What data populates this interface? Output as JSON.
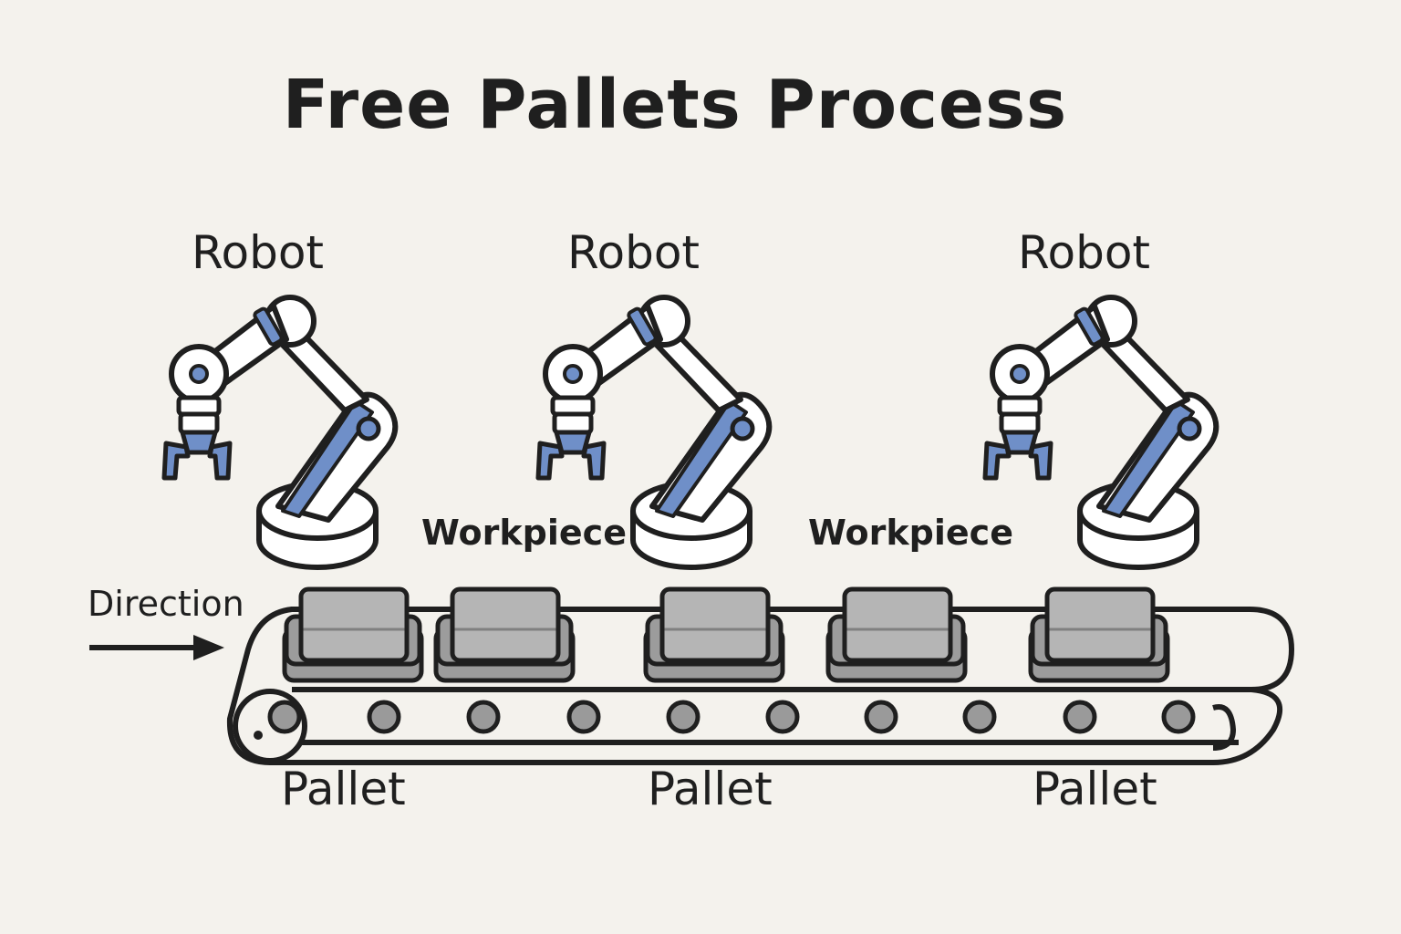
{
  "title": "Free Pallets Process",
  "labels": {
    "robots": [
      "Robot",
      "Robot",
      "Robot"
    ],
    "workpieces": [
      "Workpiece",
      "Workpiece"
    ],
    "pallets": [
      "Pallet",
      "Pallet",
      "Pallet"
    ],
    "direction": "Direction"
  },
  "colors": {
    "background": "#f4f2ed",
    "outline": "#1f1f1f",
    "accent_blue": "#6f8fc8",
    "pallet_gray": "#9c9c9c",
    "workpiece_gray": "#b5b5b5",
    "roller_gray": "#9a9a9a"
  },
  "icons": [
    "robot-arm-icon",
    "gripper-icon",
    "direction-arrow-icon",
    "conveyor-belt-icon",
    "roller-icon"
  ]
}
